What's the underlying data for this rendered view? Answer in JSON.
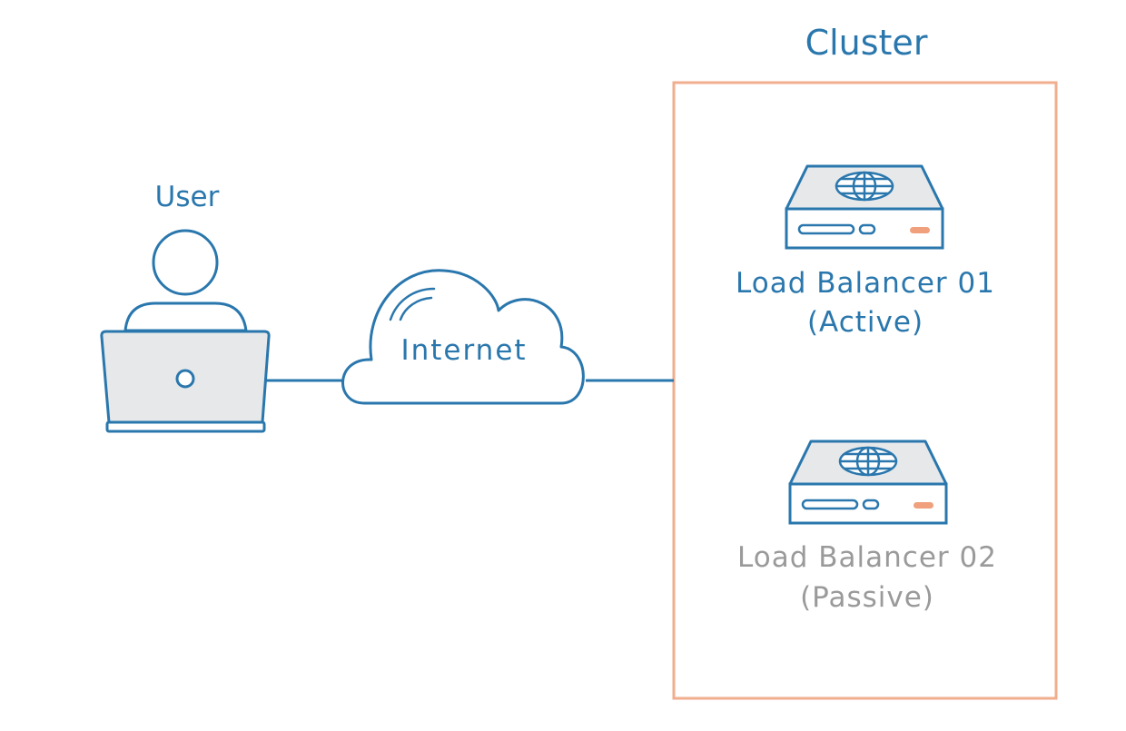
{
  "cluster": {
    "title": "Cluster"
  },
  "user": {
    "label": "User"
  },
  "internet": {
    "label": "Internet"
  },
  "load_balancers": [
    {
      "name": "Load Balancer 01",
      "state": "(Active)"
    },
    {
      "name": "Load Balancer 02",
      "state": "(Passive)"
    }
  ],
  "colors": {
    "stroke": "#2a77ad",
    "fill": "#e6e8ea",
    "cluster_border": "#f0ae8e",
    "led": "#f0a07c",
    "passive_text": "#9a9a9a"
  },
  "icons": [
    "user-icon",
    "laptop-icon",
    "cloud-icon",
    "server-icon",
    "globe-icon"
  ]
}
